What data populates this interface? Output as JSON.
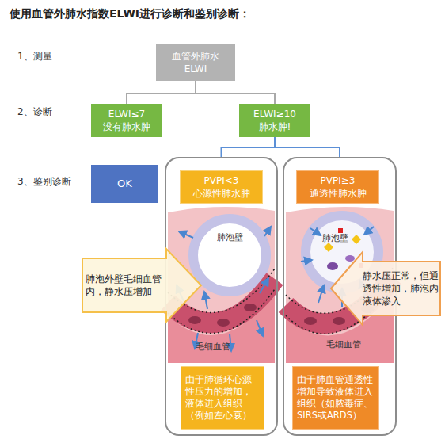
{
  "diagram": {
    "title": "使用血管外肺水指数ELWI进行诊断和鉴别诊断：",
    "nodes": [
      {
        "text": [
          "血管外肺水 ELWI"
        ]
      },
      {
        "text": [
          "ELWI≤7",
          "没有肺水肿"
        ]
      },
      {
        "text": [
          "ELWI≥10",
          "肺水肿!"
        ]
      },
      {
        "text": [
          "OK"
        ]
      },
      {
        "text": [
          "肺泡壁",
          "毛细血管"
        ]
      },
      {
        "text": [
          "PVPI<3",
          "心源性肺水肿"
        ],
        "in": 4
      },
      {
        "text": [
          "由于肺循环心源性压力的增加，液体进入组织（例如左心衰）"
        ],
        "in": 4
      },
      {
        "text": [
          "肺泡壁",
          "毛细血管"
        ]
      },
      {
        "text": [
          "PVPI≥3",
          "通透性肺水肿"
        ],
        "in": 7
      },
      {
        "text": [
          "由于肺血管通透性增加导致液体进入组织（如脓毒症、SIRS或ARDS）"
        ],
        "in": 7
      },
      {
        "text": [
          "肺泡外壁毛细血管内，静水压增加"
        ]
      },
      {
        "text": [
          "静水压正常，但通透性增加，肺泡内液体渗入"
        ]
      }
    ],
    "edges": [
      {
        "from": 0,
        "to": 1,
        "arrow": "none"
      },
      {
        "from": 0,
        "to": 2,
        "arrow": "none"
      },
      {
        "from": 2,
        "to": 4,
        "arrow": "none"
      },
      {
        "from": 2,
        "to": 7,
        "arrow": "none"
      }
    ],
    "labels": [
      "1、测量",
      "2、诊断",
      "3、鉴别诊断"
    ]
  }
}
